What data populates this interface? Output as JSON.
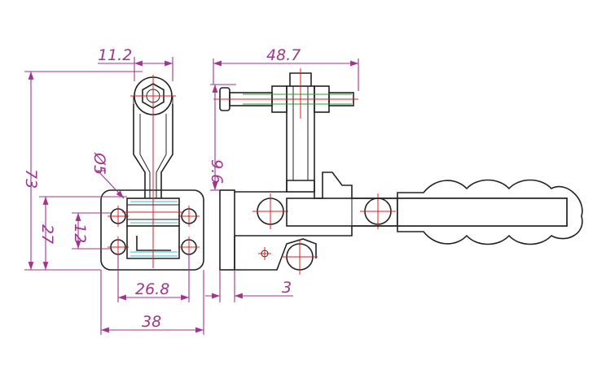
{
  "colors": {
    "dimension": "#a0348f",
    "outline": "#222222",
    "centerline": "#e0201c",
    "hidden_line": "#3fb7d8",
    "thread_hatch": "#2f9a3a"
  },
  "dimensions": {
    "top_width": "11.2",
    "spindle_length": "48.7",
    "overall_height": "73",
    "hole_diameter": "Ø5",
    "spindle_offset": "9.6",
    "hole_spacing_v_outer": "27",
    "hole_spacing_v_inner": "12",
    "hole_spacing_h": "26.8",
    "base_width": "38",
    "base_thickness": "3"
  }
}
